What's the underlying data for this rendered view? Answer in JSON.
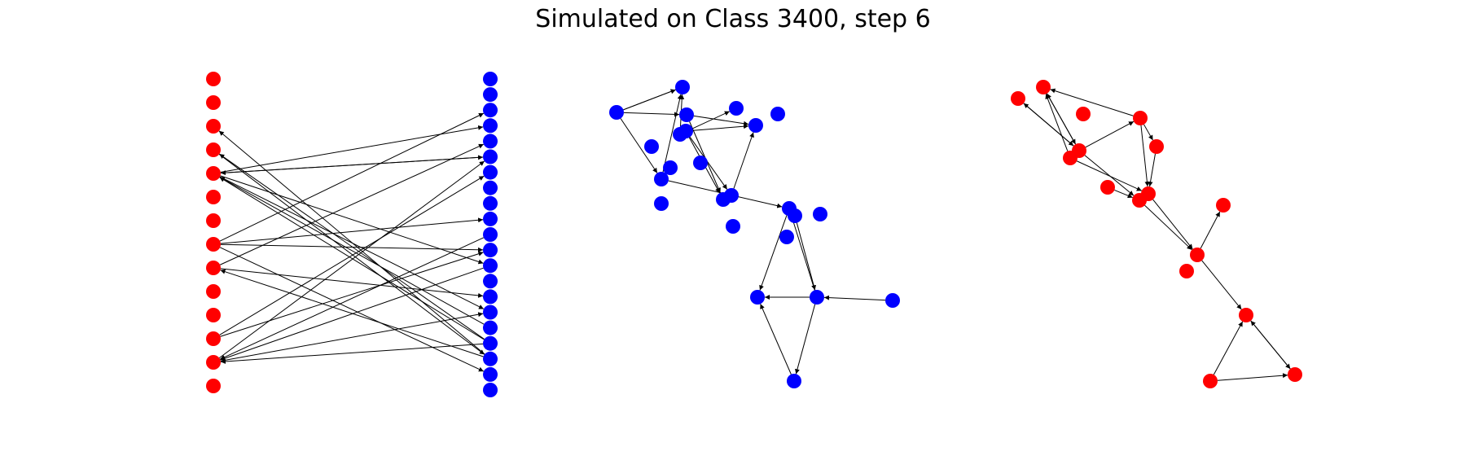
{
  "title": "Simulated on Class 3400, step 6",
  "colors": {
    "red": "#ff0000",
    "blue": "#0000ff",
    "edge": "#000000",
    "background": "#ffffff"
  },
  "panels": [
    {
      "name": "bipartite-panel",
      "node_groups": [
        "red",
        "blue"
      ],
      "red_node_count": 14,
      "blue_node_count": 21,
      "edge_count": 24
    },
    {
      "name": "blue-graph-panel",
      "node_color": "blue",
      "node_count": 24,
      "edge_count": 24
    },
    {
      "name": "red-graph-panel",
      "node_color": "red",
      "node_count": 16,
      "edge_count": 21
    }
  ]
}
